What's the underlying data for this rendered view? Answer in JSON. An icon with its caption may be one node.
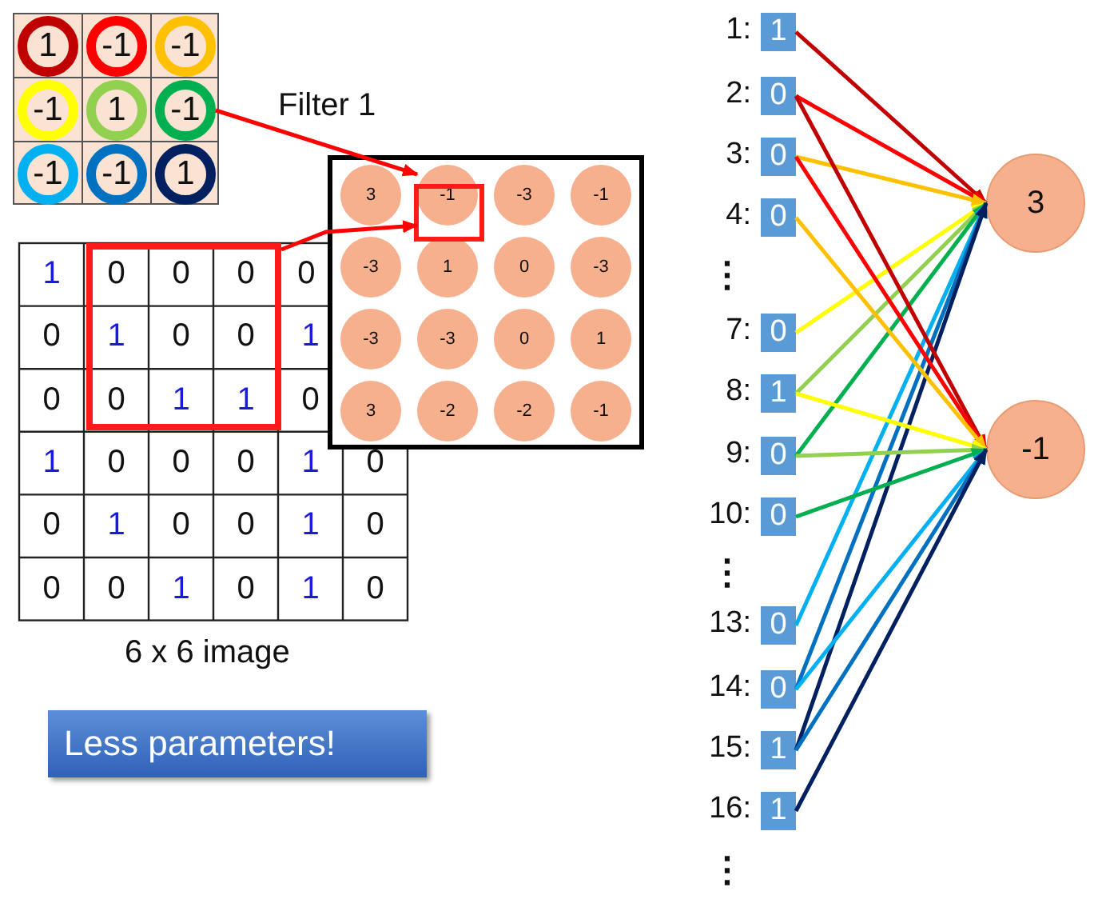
{
  "diagram": {
    "nodes": [
      {
        "text": [
          "1"
        ]
      },
      {
        "text": [
          "-1"
        ]
      },
      {
        "text": [
          "-1"
        ]
      },
      {
        "text": [
          "-1"
        ]
      },
      {
        "text": [
          "1"
        ]
      },
      {
        "text": [
          "-1"
        ]
      },
      {
        "text": [
          "-1"
        ]
      },
      {
        "text": [
          "-1"
        ]
      },
      {
        "text": [
          "1"
        ]
      },
      {
        "text": [],
        "shape": "box"
      },
      {
        "text": [],
        "shape": "box"
      },
      {
        "text": [
          "3"
        ],
        "in": 10
      },
      {
        "text": [
          "-1"
        ],
        "in": 10
      },
      {
        "text": [
          "-3"
        ],
        "in": 10
      },
      {
        "text": [
          "-1"
        ],
        "in": 10
      },
      {
        "text": [
          "-3"
        ],
        "in": 10
      },
      {
        "text": [
          "1"
        ],
        "in": 10
      },
      {
        "text": [
          "0"
        ],
        "in": 10
      },
      {
        "text": [
          "-3"
        ],
        "in": 10
      },
      {
        "text": [
          "-3"
        ],
        "in": 10
      },
      {
        "text": [
          "-3"
        ],
        "in": 10
      },
      {
        "text": [
          "0"
        ],
        "in": 10
      },
      {
        "text": [
          "1"
        ],
        "in": 10
      },
      {
        "text": [
          "3"
        ],
        "in": 10
      },
      {
        "text": [
          "-2"
        ],
        "in": 10
      },
      {
        "text": [
          "-2"
        ],
        "in": 10
      },
      {
        "text": [
          "-1"
        ],
        "in": 10
      },
      {
        "text": [
          "1"
        ],
        "beside": [
          "1:"
        ]
      },
      {
        "text": [
          "0"
        ],
        "beside": [
          "2:"
        ]
      },
      {
        "text": [
          "0"
        ],
        "beside": [
          "3:"
        ]
      },
      {
        "text": [
          "0"
        ],
        "beside": [
          "4:"
        ]
      },
      {
        "text": [
          "0"
        ],
        "beside": [
          "7:"
        ]
      },
      {
        "text": [
          "1"
        ],
        "beside": [
          "8:"
        ]
      },
      {
        "text": [
          "0"
        ],
        "beside": [
          "9:"
        ]
      },
      {
        "text": [
          "0"
        ],
        "beside": [
          "10:"
        ]
      },
      {
        "text": [
          "0"
        ],
        "beside": [
          "13:"
        ]
      },
      {
        "text": [
          "0"
        ],
        "beside": [
          "14:"
        ]
      },
      {
        "text": [
          "1"
        ],
        "beside": [
          "15:"
        ]
      },
      {
        "text": [
          "1"
        ],
        "beside": [
          "16:"
        ]
      },
      {
        "text": [
          "3"
        ]
      },
      {
        "text": [
          "-1"
        ]
      },
      {
        "text": [
          "Less parameters!"
        ]
      }
    ],
    "edges": [
      {
        "from": 5,
        "to": 12,
        "arrow": "to",
        "label": "Filter 1",
        "color": "#ff0000"
      },
      {
        "from": 9,
        "to": 12,
        "arrow": "to",
        "color": "#ff0000"
      },
      {
        "from": 27,
        "to": 39,
        "arrow": "to",
        "color": "#c00000"
      },
      {
        "from": 28,
        "to": 39,
        "arrow": "to",
        "color": "#ff0000"
      },
      {
        "from": 29,
        "to": 39,
        "arrow": "to",
        "color": "#ffc000"
      },
      {
        "from": 31,
        "to": 39,
        "arrow": "to",
        "color": "#ffff00"
      },
      {
        "from": 32,
        "to": 39,
        "arrow": "to",
        "color": "#92d050"
      },
      {
        "from": 33,
        "to": 39,
        "arrow": "to",
        "color": "#00b050"
      },
      {
        "from": 35,
        "to": 39,
        "arrow": "to",
        "color": "#00b0f0"
      },
      {
        "from": 36,
        "to": 39,
        "arrow": "to",
        "color": "#0070c0"
      },
      {
        "from": 37,
        "to": 39,
        "arrow": "to",
        "color": "#002060"
      },
      {
        "from": 28,
        "to": 40,
        "arrow": "to",
        "color": "#c00000"
      },
      {
        "from": 29,
        "to": 40,
        "arrow": "to",
        "color": "#ff0000"
      },
      {
        "from": 30,
        "to": 40,
        "arrow": "to",
        "color": "#ffc000"
      },
      {
        "from": 32,
        "to": 40,
        "arrow": "to",
        "color": "#ffff00"
      },
      {
        "from": 33,
        "to": 40,
        "arrow": "to",
        "color": "#92d050"
      },
      {
        "from": 34,
        "to": 40,
        "arrow": "to",
        "color": "#00b050"
      },
      {
        "from": 36,
        "to": 40,
        "arrow": "to",
        "color": "#00b0f0"
      },
      {
        "from": 37,
        "to": 40,
        "arrow": "to",
        "color": "#0070c0"
      },
      {
        "from": 38,
        "to": 40,
        "arrow": "to",
        "color": "#002060"
      }
    ],
    "labels": [
      "1",
      "0",
      "0",
      "0",
      "0",
      "0",
      "1",
      "0",
      "0",
      "1",
      "0",
      "0",
      "1",
      "1",
      "0",
      "1",
      "0",
      "0",
      "0",
      "1",
      "0",
      "0",
      "1",
      "0",
      "0",
      "1",
      "0",
      "0",
      "0",
      "1",
      "0",
      "1",
      "0",
      "6 x 6 image",
      "⋮",
      "⋮",
      "⋮"
    ]
  }
}
